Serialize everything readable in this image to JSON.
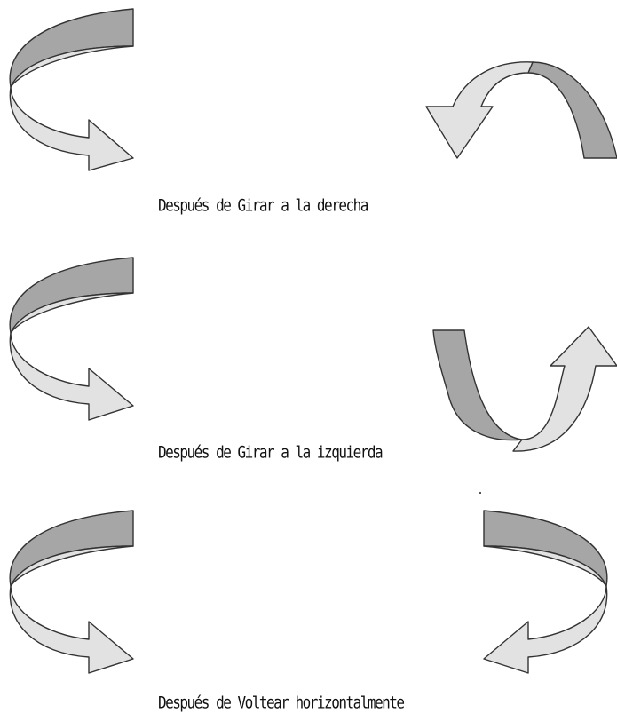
{
  "figure": {
    "colors": {
      "band_dark": "#a6a6a6",
      "band_light": "#e2e2e2",
      "outline": "#333333",
      "text": "#111111"
    },
    "rows": [
      {
        "caption": "Después de Girar a la derecha"
      },
      {
        "caption": "Después de Girar a la izquierda"
      },
      {
        "caption": "Después de Voltear horizontalmente"
      }
    ]
  }
}
